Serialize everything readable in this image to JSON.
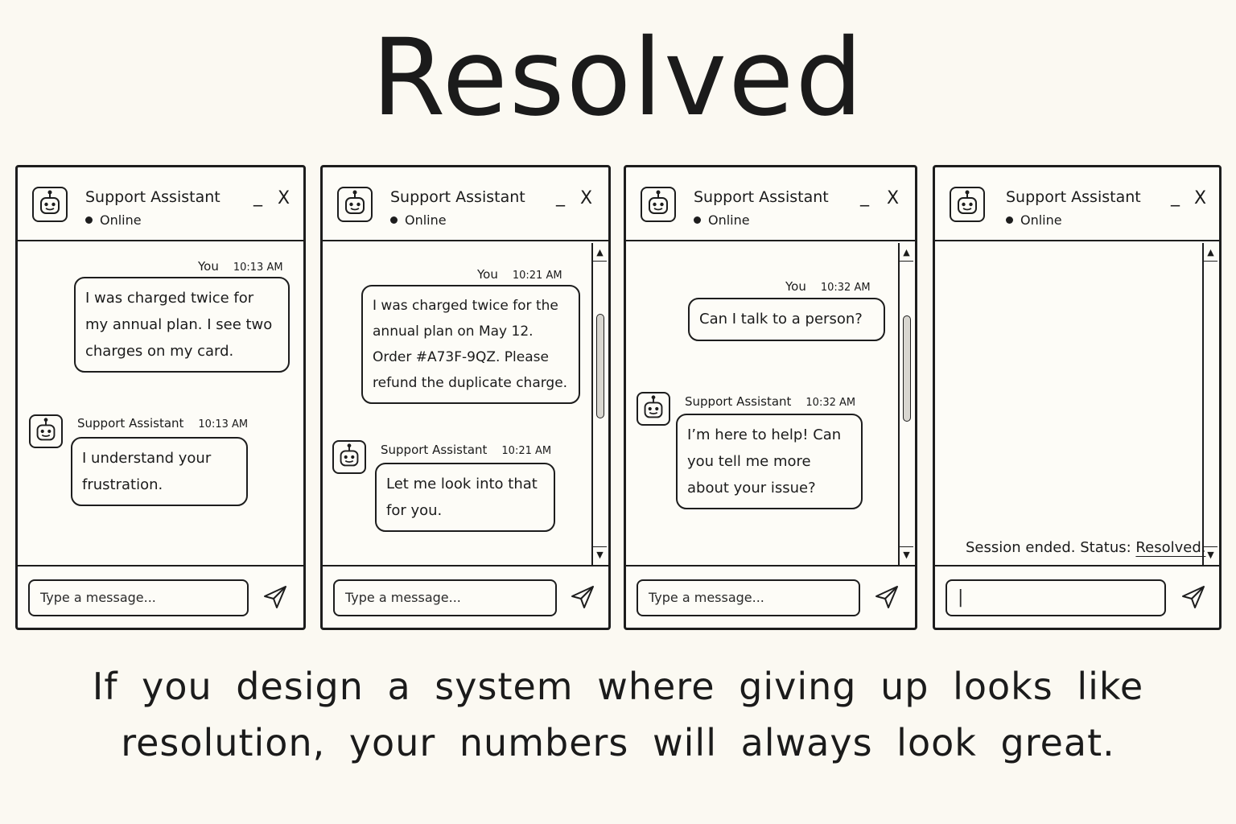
{
  "title": "Resolved",
  "caption": {
    "line1": "If you design a system where giving up looks like",
    "line2": "resolution, your numbers will always look great."
  },
  "panels": [
    {
      "header": {
        "name": "Support Assistant",
        "status": "Online",
        "minimize": "_",
        "close": "X"
      },
      "messages": [
        {
          "sender": "You",
          "time": "10:13 AM",
          "text": "I was charged twice for my annual plan. I see two charges on my card."
        },
        {
          "sender": "Support Assistant",
          "time": "10:13 AM",
          "text": "I understand your frustration."
        }
      ],
      "input_placeholder": "Type a message..."
    },
    {
      "header": {
        "name": "Support Assistant",
        "status": "Online",
        "minimize": "_",
        "close": "X"
      },
      "messages": [
        {
          "sender": "You",
          "time": "10:21 AM",
          "text": "I was charged twice for the annual plan on May 12. Order #A73F-9QZ. Please refund the duplicate charge."
        },
        {
          "sender": "Support Assistant",
          "time": "10:21 AM",
          "text": "Let me look into that for you."
        }
      ],
      "input_placeholder": "Type a message..."
    },
    {
      "header": {
        "name": "Support Assistant",
        "status": "Online",
        "minimize": "_",
        "close": "X"
      },
      "messages": [
        {
          "sender": "You",
          "time": "10:32 AM",
          "text": "Can I talk to a person?"
        },
        {
          "sender": "Support Assistant",
          "time": "10:32 AM",
          "text": "I’m here to help! Can you tell me more about your issue?"
        }
      ],
      "input_placeholder": "Type a message..."
    },
    {
      "header": {
        "name": "Support Assistant",
        "status": "Online",
        "minimize": "_",
        "close": "X"
      },
      "session": {
        "prefix": "Session ended. Status:",
        "status": "Resolved."
      },
      "input_value": "|"
    }
  ],
  "icons": {
    "avatar": "robot-icon",
    "send": "send-icon"
  }
}
